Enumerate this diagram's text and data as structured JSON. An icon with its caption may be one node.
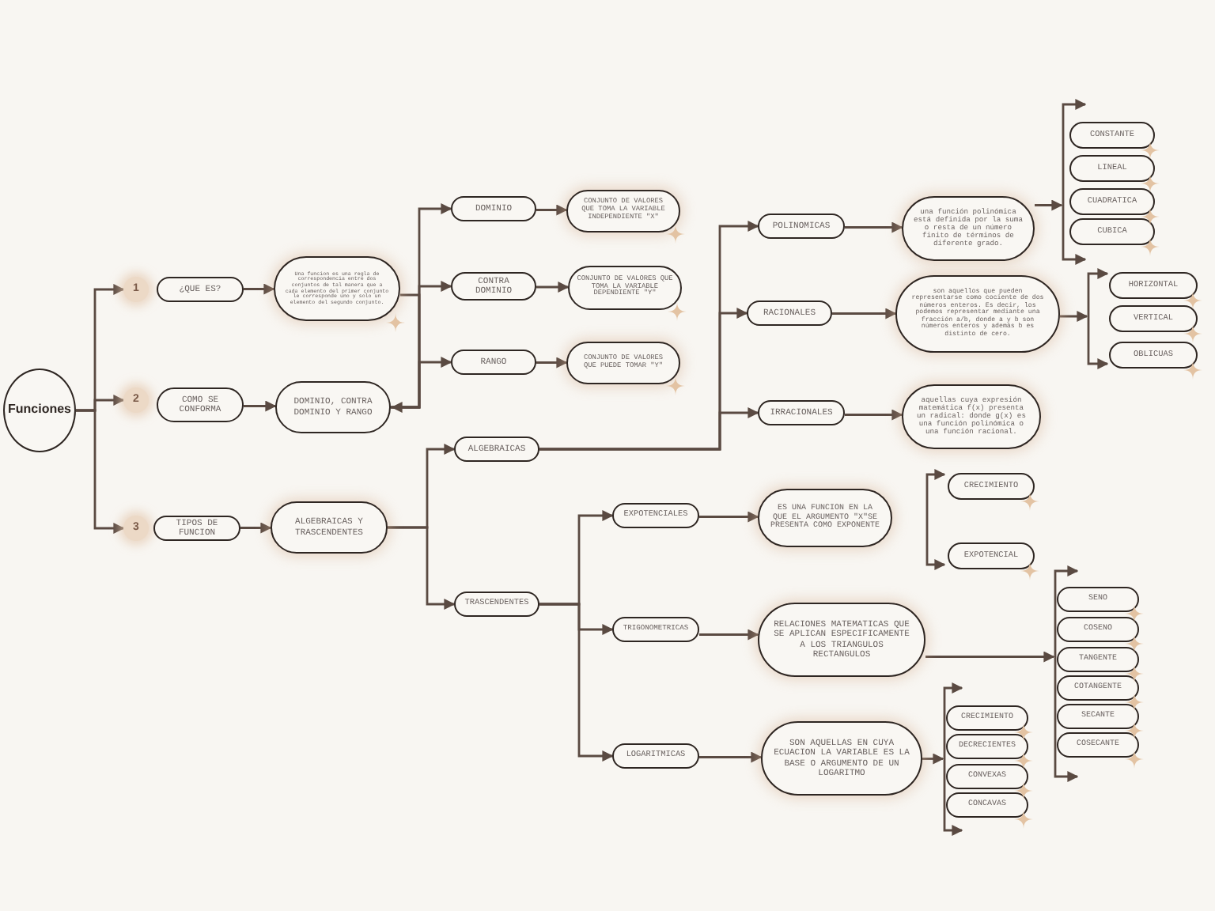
{
  "diagram": {
    "nodes": [
      {
        "text": [
          "Funciones"
        ]
      },
      {
        "text": [
          "1"
        ]
      },
      {
        "text": [
          "¿QUE ES?"
        ]
      },
      {
        "text": [
          "Una funcion es una regla de correspondencia entre dos conjuntos de tal manera que a cada elemento del primer conjunto le corresponde uno y solo un elemento del segundo conjunto."
        ]
      },
      {
        "text": [
          "2"
        ]
      },
      {
        "text": [
          "COMO SE CONFORMA"
        ]
      },
      {
        "text": [
          "DOMINIO, CONTRA DOMINIO Y RANGO"
        ]
      },
      {
        "text": [
          "3"
        ]
      },
      {
        "text": [
          "TIPOS DE FUNCION"
        ]
      },
      {
        "text": [
          "ALGEBRAICAS Y TRASCENDENTES"
        ]
      },
      {
        "text": [
          "DOMINIO"
        ]
      },
      {
        "text": [
          "CONJUNTO DE VALORES QUE TOMA LA VARIABLE INDEPENDIENTE \"X\""
        ]
      },
      {
        "text": [
          "CONTRA DOMINIO"
        ]
      },
      {
        "text": [
          "CONJUNTO DE VALORES QUE TOMA LA VARIABLE DEPENDIENTE \"Y\""
        ]
      },
      {
        "text": [
          "RANGO"
        ]
      },
      {
        "text": [
          "CONJUNTO DE VALORES QUE PUEDE TOMAR \"Y\""
        ]
      },
      {
        "text": [
          "ALGEBRAICAS"
        ]
      },
      {
        "text": [
          "POLINOMICAS"
        ]
      },
      {
        "text": [
          "una función polinómica está definida por la suma o resta de un número finito de términos de diferente grado."
        ]
      },
      {
        "text": [
          "CONSTANTE"
        ]
      },
      {
        "text": [
          "LINEAL"
        ]
      },
      {
        "text": [
          "CUADRATICA"
        ]
      },
      {
        "text": [
          "CUBICA"
        ]
      },
      {
        "text": [
          "RACIONALES"
        ]
      },
      {
        "text": [
          "son aquellos que pueden representarse como cociente de dos números enteros. Es decir, los podemos representar mediante una fracción a/b, donde a y b son números enteros y además b es distinto de cero."
        ]
      },
      {
        "text": [
          "HORIZONTAL"
        ]
      },
      {
        "text": [
          "VERTICAL"
        ]
      },
      {
        "text": [
          "OBLICUAS"
        ]
      },
      {
        "text": [
          "IRRACIONALES"
        ]
      },
      {
        "text": [
          "aquellas cuya expresión matemática f(x) presenta un radical: donde g(x) es una función polinómica o una función racional."
        ]
      },
      {
        "text": [
          "TRASCENDENTES"
        ]
      },
      {
        "text": [
          "EXPOTENCIALES"
        ]
      },
      {
        "text": [
          "ES UNA FUNCION EN LA QUE EL ARGUMENTO \"X\"SE PRESENTA COMO EXPONENTE"
        ]
      },
      {
        "text": [
          "CRECIMIENTO"
        ]
      },
      {
        "text": [
          "EXPOTENCIAL"
        ]
      },
      {
        "text": [
          "TRIGONOMETRICAS"
        ]
      },
      {
        "text": [
          "RELACIONES MATEMATICAS QUE SE APLICAN ESPECIFICAMENTE A LOS TRIANGULOS RECTANGULOS"
        ]
      },
      {
        "text": [
          "SENO"
        ]
      },
      {
        "text": [
          "COSENO"
        ]
      },
      {
        "text": [
          "TANGENTE"
        ]
      },
      {
        "text": [
          "COTANGENTE"
        ]
      },
      {
        "text": [
          "SECANTE"
        ]
      },
      {
        "text": [
          "COSECANTE"
        ]
      },
      {
        "text": [
          "LOGARITMICAS"
        ]
      },
      {
        "text": [
          "SON AQUELLAS EN CUYA ECUACION LA VARIABLE ES LA BASE O ARGUMENTO DE UN LOGARITMO"
        ]
      },
      {
        "text": [
          "CRECIMIENTO"
        ]
      },
      {
        "text": [
          "DECRECIENTES"
        ]
      },
      {
        "text": [
          "CONVEXAS"
        ]
      },
      {
        "text": [
          "CONCAVAS"
        ]
      },
      {
        "text": [],
        "shape": "bracket"
      },
      {
        "text": [],
        "shape": "bracket"
      },
      {
        "text": [],
        "shape": "bracket"
      },
      {
        "text": [],
        "shape": "bracket"
      },
      {
        "text": [],
        "shape": "bracket"
      }
    ],
    "edges": [
      {
        "from": 0,
        "to": 1,
        "arrow": "to"
      },
      {
        "from": 0,
        "to": 4,
        "arrow": "to"
      },
      {
        "from": 0,
        "to": 7,
        "arrow": "to"
      },
      {
        "from": 2,
        "to": 3,
        "arrow": "to"
      },
      {
        "from": 5,
        "to": 6,
        "arrow": "to"
      },
      {
        "from": 8,
        "to": 9,
        "arrow": "to"
      },
      {
        "from": 3,
        "to": 6,
        "arrow": "to"
      },
      {
        "from": 6,
        "to": 10,
        "arrow": "to"
      },
      {
        "from": 6,
        "to": 12,
        "arrow": "to"
      },
      {
        "from": 6,
        "to": 14,
        "arrow": "to"
      },
      {
        "from": 10,
        "to": 11,
        "arrow": "to"
      },
      {
        "from": 12,
        "to": 13,
        "arrow": "to"
      },
      {
        "from": 14,
        "to": 15,
        "arrow": "to"
      },
      {
        "from": 9,
        "to": 16,
        "arrow": "to"
      },
      {
        "from": 9,
        "to": 30,
        "arrow": "to"
      },
      {
        "from": 16,
        "to": 17,
        "arrow": "to"
      },
      {
        "from": 16,
        "to": 23,
        "arrow": "to"
      },
      {
        "from": 16,
        "to": 28,
        "arrow": "to"
      },
      {
        "from": 17,
        "to": 18,
        "arrow": "to"
      },
      {
        "from": 23,
        "to": 24,
        "arrow": "to"
      },
      {
        "from": 28,
        "to": 29,
        "arrow": "to"
      },
      {
        "from": 18,
        "to": 49,
        "arrow": "to"
      },
      {
        "from": 24,
        "to": 50,
        "arrow": "to"
      },
      {
        "from": 30,
        "to": 31,
        "arrow": "to"
      },
      {
        "from": 30,
        "to": 35,
        "arrow": "to"
      },
      {
        "from": 30,
        "to": 43,
        "arrow": "to"
      },
      {
        "from": 31,
        "to": 32,
        "arrow": "to"
      },
      {
        "from": 35,
        "to": 36,
        "arrow": "to"
      },
      {
        "from": 43,
        "to": 44,
        "arrow": "to"
      },
      {
        "from": 36,
        "to": 52,
        "arrow": "to"
      },
      {
        "from": 44,
        "to": 53,
        "arrow": "to"
      }
    ]
  }
}
